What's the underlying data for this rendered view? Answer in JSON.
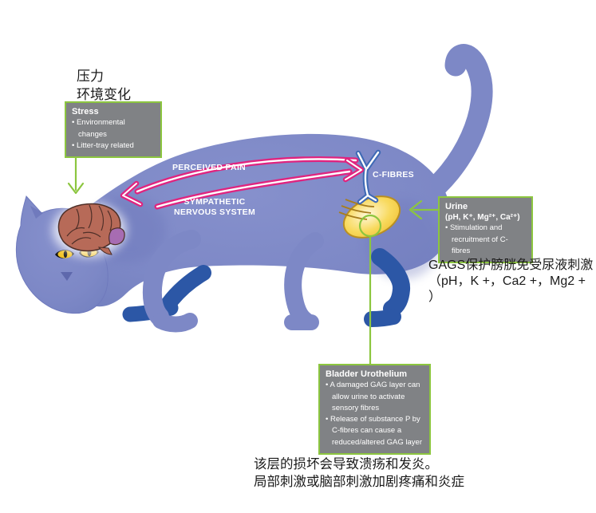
{
  "annotations": {
    "stress_note": {
      "lines": [
        "压力",
        "环境变化"
      ]
    },
    "gags_note": {
      "lines": [
        "GAGS保护膀胱免受尿液刺激",
        "（pH，K +，Ca2 +，Mg2 +",
        "）"
      ]
    },
    "bottom_note": {
      "lines": [
        "该层的损坏会导致溃疡和发炎。",
        "局部刺激或脑部刺激加剧疼痛和炎症"
      ]
    }
  },
  "diagram_labels": {
    "perceived_pain": "PERCEIVED PAIN",
    "sympathetic_line1": "SYMPATHETIC",
    "sympathetic_line2": "NERVOUS SYSTEM",
    "c_fibres": "C-FIBRES"
  },
  "info_boxes": {
    "stress": {
      "title": "Stress",
      "bullets": [
        "• Environmental changes",
        "• Litter-tray related"
      ]
    },
    "urine": {
      "title": "Urine",
      "subtitle": "(pH, K⁺, Mg²⁺, Ca²⁺)",
      "bullets": [
        "• Stimulation and recruitment of C-fibres"
      ]
    },
    "bladder_urothelium": {
      "title": "Bladder Urothelium",
      "bullets": [
        "• A damaged GAG layer can allow urine to activate sensory fibres",
        "• Release of substance P by C-fibres can cause a reduced/altered GAG layer"
      ]
    }
  },
  "colors": {
    "accent_green": "#8CC63F",
    "box_gray": "#808285",
    "arrow_pink": "#E0247F",
    "cat_body": "#7D88C6",
    "cat_far_limbs": "#2C57A6",
    "c_fibre_blue": "#3F6AB5",
    "bladder_gold": "#F2CB4A",
    "brain_red": "#B76A58",
    "cerebellum_purple": "#A76CB2",
    "eye_yellow": "#F2C11E"
  }
}
